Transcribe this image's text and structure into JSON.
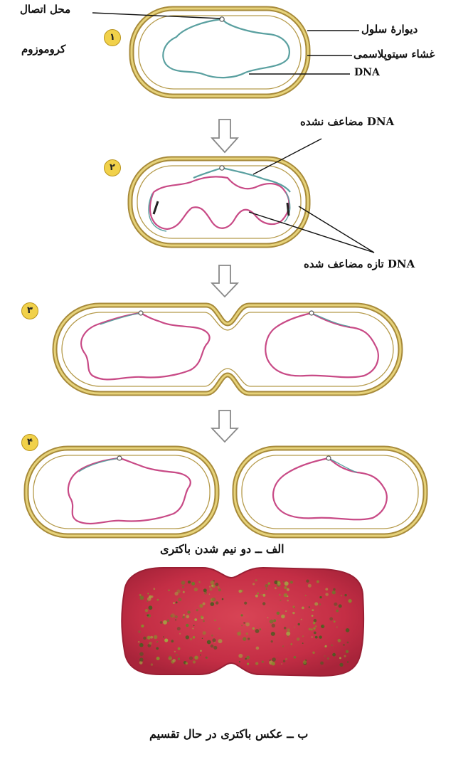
{
  "diagram": {
    "labels": {
      "attachment_site": "محل اتصال",
      "chromosome": "کروموزوم",
      "cell_wall": "دیوارهٔ سلول",
      "cytoplasmic_membrane": "غشاء سیتوپلاسمی",
      "dna": "DNA",
      "unreplicated_dna": "DNA مضاعف نشده",
      "newly_replicated_dna": "DNA تازه مضاعف شده"
    },
    "steps": [
      "۱",
      "۲",
      "۳",
      "۴"
    ],
    "caption_a": "الف ــ دو نیم شدن باکتری",
    "caption_b": "ب ــ عکس باکتری در حال تقسیم"
  },
  "colors": {
    "wall_outer": "#a78a3a",
    "wall_inner": "#e6d27a",
    "dna_teal": "#5aa0a0",
    "dna_pink": "#c84a86",
    "arrow": "#888888",
    "photo_base": "#c8334a",
    "photo_speckle": "#6b7a2a"
  }
}
